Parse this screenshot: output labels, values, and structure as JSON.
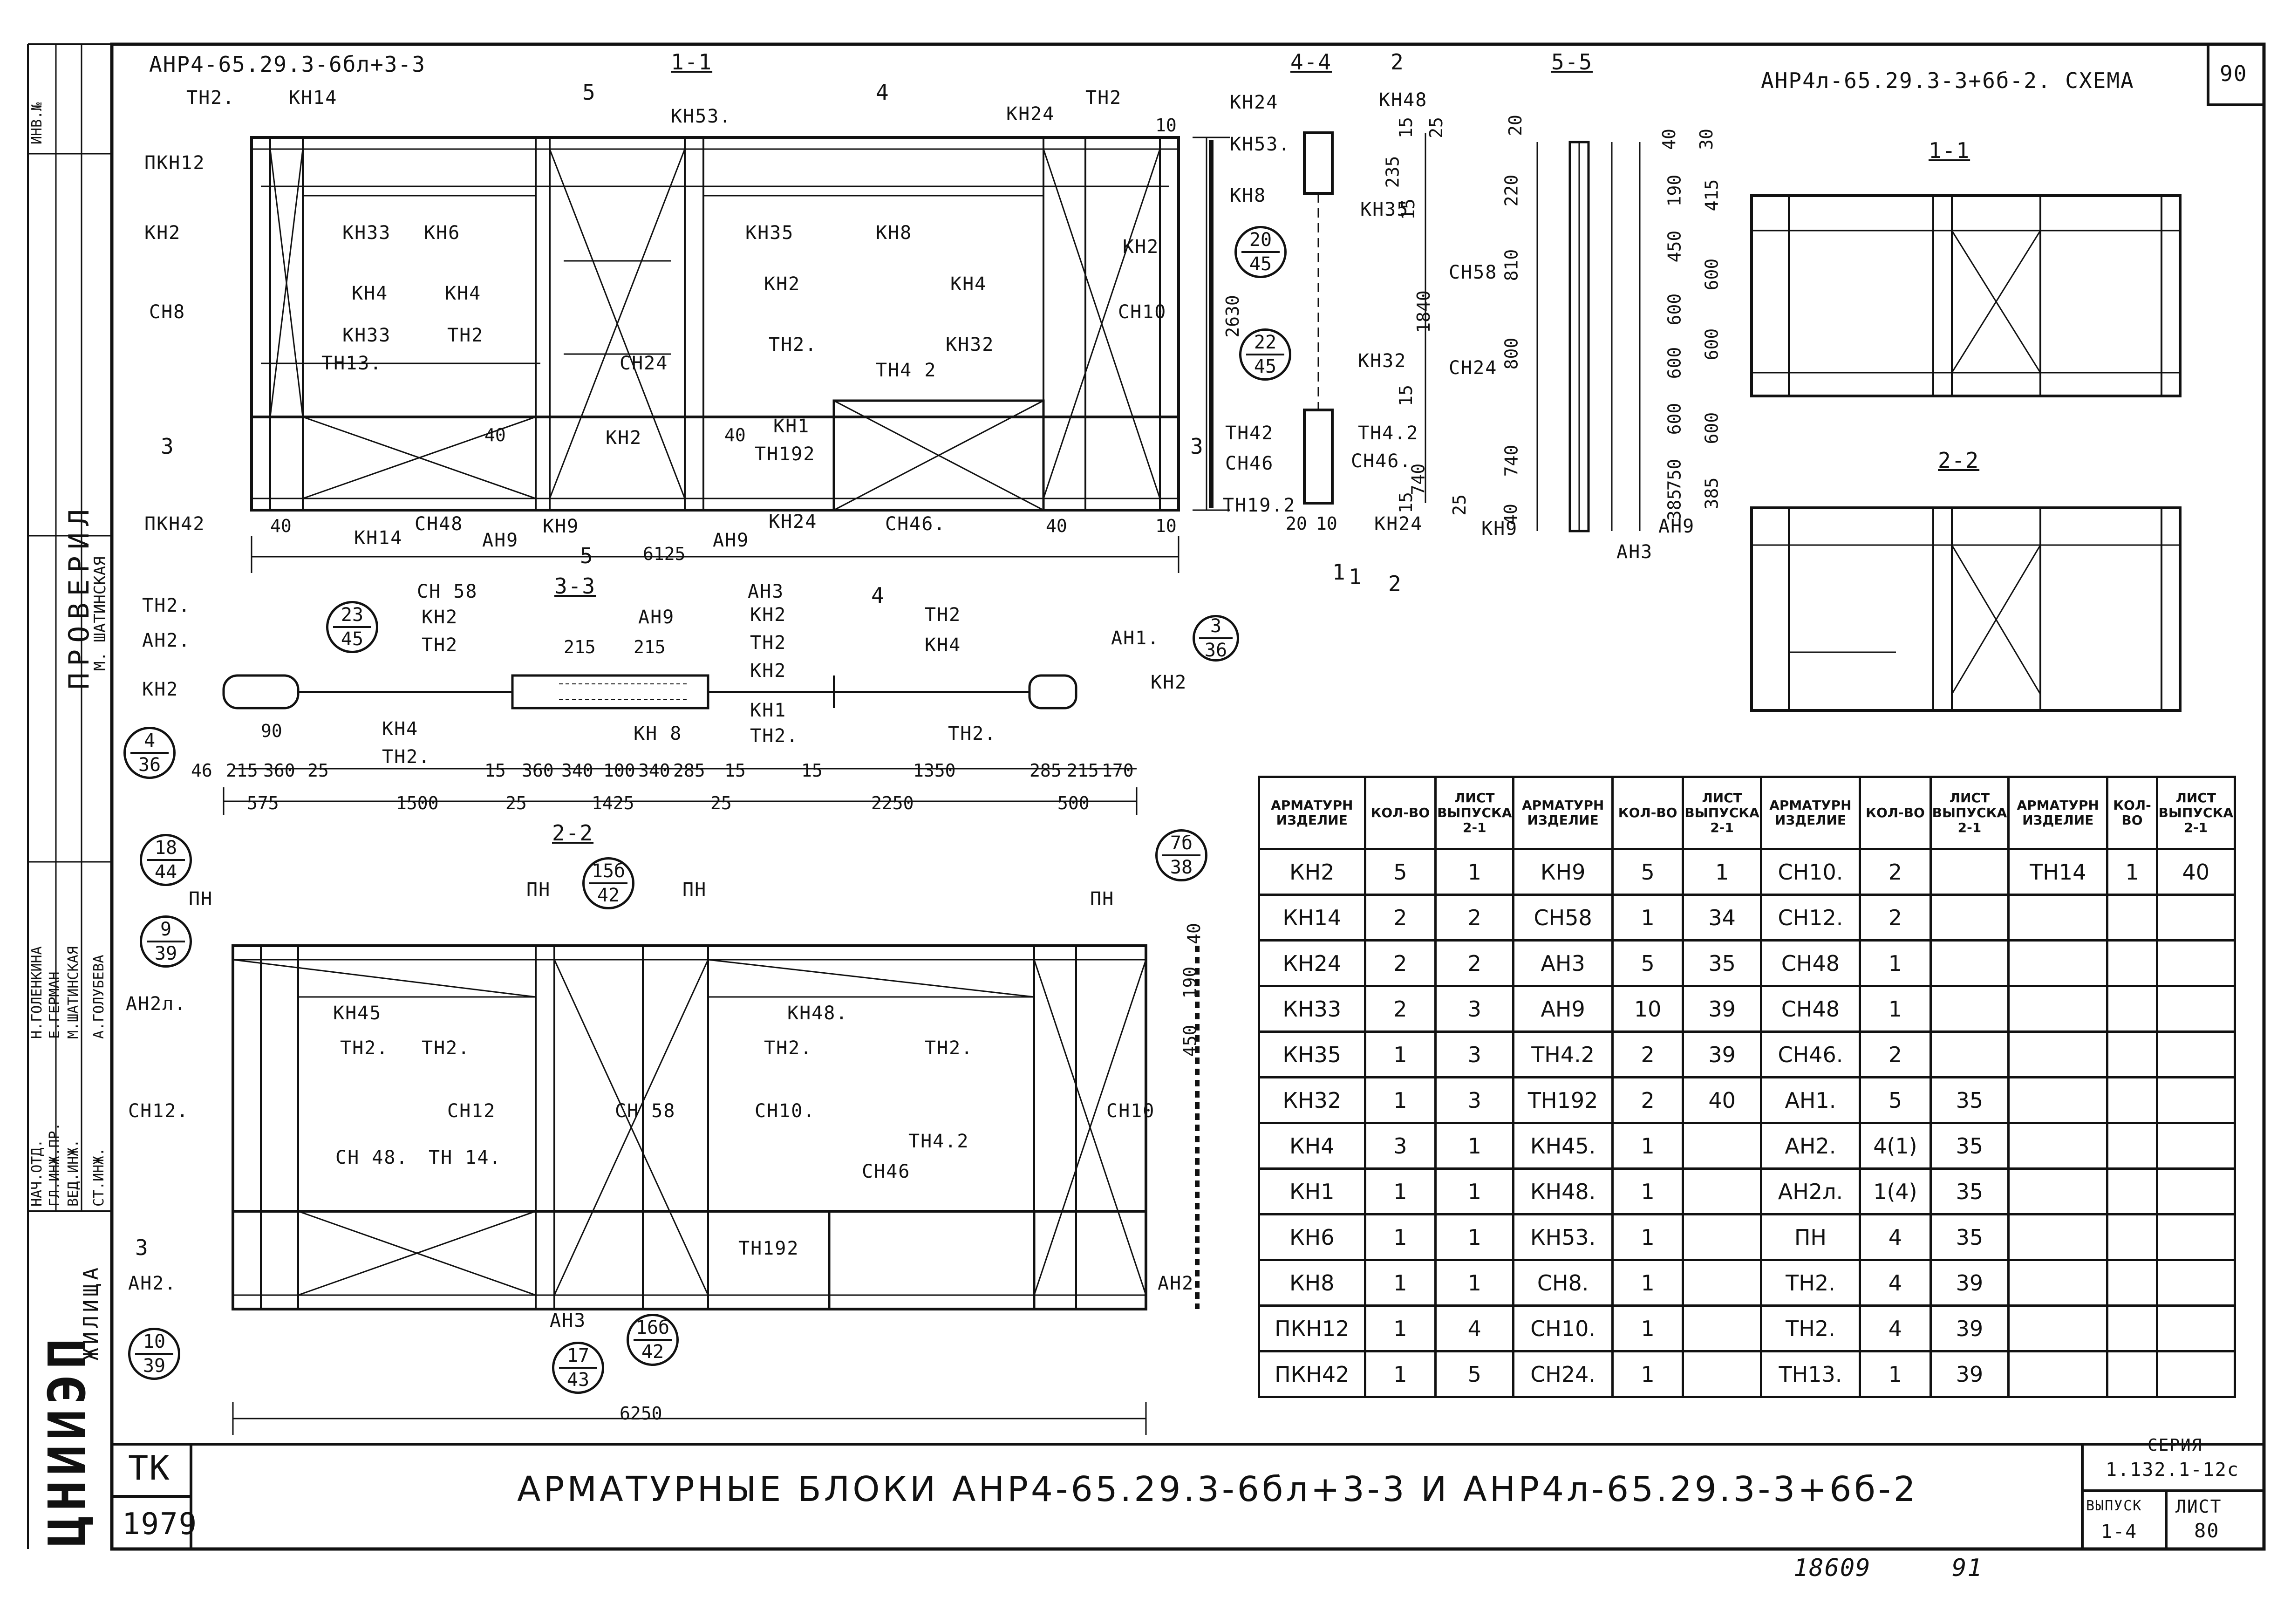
{
  "page_number": "90",
  "main_label": "АНР4-65.29.3-6бл+3-3",
  "scheme_label": "АНР4л-65.29.3-3+6б-2. СХЕМА",
  "sections": {
    "s11": "1-1",
    "s22": "2-2",
    "s33": "3-3",
    "s44": "4-4",
    "s55": "5-5",
    "schema_11": "1-1",
    "schema_22": "2-2",
    "marks": [
      "5",
      "4",
      "3",
      "2",
      "1",
      "5",
      "4",
      "3",
      "3",
      "2",
      "1"
    ]
  },
  "elevation_top_labels": [
    "ТН2.",
    "КН14",
    "КН53.",
    "КН24",
    "ТН2",
    "ПКН12",
    "КН2",
    "КН33",
    "КН6",
    "КН35",
    "КН8",
    "КН4",
    "КН4",
    "КН2",
    "КН4",
    "КН2",
    "СН8",
    "СН10",
    "КН33",
    "ТН13.",
    "ТН2",
    "СН24",
    "ТН2.",
    "ТН4 2",
    "КН32",
    "КН2",
    "КН1",
    "ТН192",
    "ПКН42",
    "КН14",
    "СН48",
    "АН9",
    "КН9",
    "АН9",
    "КН24",
    "СН46."
  ],
  "elevation_top_dims": [
    "40",
    "40",
    "40",
    "40",
    "10",
    "10",
    "2630",
    "6125"
  ],
  "section44_labels": [
    "КН24",
    "КН48",
    "КН53.",
    "КН8",
    "КН35",
    "КН32",
    "ТН42",
    "ТН4.2",
    "СН46",
    "СН46.",
    "ТН19.2",
    "КН24"
  ],
  "section44_dims": [
    "15",
    "25",
    "235",
    "15",
    "1840",
    "15",
    "740",
    "15",
    "25",
    "20",
    "10"
  ],
  "section55_labels": [
    "СН58",
    "СН24",
    "КН9",
    "АН9",
    "АН3"
  ],
  "section55_dims_left": [
    "20",
    "220",
    "810",
    "800",
    "740",
    "40"
  ],
  "section55_dims_right": [
    "40",
    "190",
    "450",
    "600",
    "600",
    "600",
    "750",
    "385",
    "30",
    "415",
    "600",
    "600",
    "600",
    "385"
  ],
  "section33_labels": [
    "ТН2.",
    "АН2.",
    "КН2",
    "СН 58",
    "КН2",
    "ТН2",
    "АН3",
    "АН9",
    "КН2",
    "ТН2",
    "КН2",
    "КН1",
    "ТН2.",
    "КН4",
    "ТН2.",
    "КН 8",
    "ТН2",
    "КН4",
    "АН1.",
    "КН2",
    "ТН2."
  ],
  "section33_dims": [
    "215",
    "215",
    "90",
    "46",
    "215",
    "360",
    "25",
    "15",
    "360",
    "340",
    "100",
    "340",
    "285",
    "15",
    "15",
    "1350",
    "285",
    "215",
    "170",
    "575",
    "1500",
    "25",
    "1425",
    "25",
    "2250",
    "500"
  ],
  "section22_labels": [
    "ПН",
    "ПН",
    "ПН",
    "ПН",
    "АН2л.",
    "КН45",
    "КН48.",
    "ТН2.",
    "ТН2.",
    "ТН2.",
    "ТН2.",
    "СН12.",
    "СН12",
    "СН 58",
    "СН10.",
    "СН10",
    "СН 48.",
    "ТН 14.",
    "ТН4.2",
    "СН46",
    "ТН192",
    "АН2.",
    "АН3",
    "АН2"
  ],
  "section22_dims": [
    "40",
    "190",
    "450",
    "6250"
  ],
  "callouts": [
    {
      "top": "23",
      "bottom": "45"
    },
    {
      "top": "20",
      "bottom": "45"
    },
    {
      "top": "22",
      "bottom": "45"
    },
    {
      "top": "3",
      "bottom": "36"
    },
    {
      "top": "4",
      "bottom": "36"
    },
    {
      "top": "18",
      "bottom": "44"
    },
    {
      "top": "9",
      "bottom": "39"
    },
    {
      "top": "15б",
      "bottom": "42"
    },
    {
      "top": "7б",
      "bottom": "38"
    },
    {
      "top": "10",
      "bottom": "39"
    },
    {
      "top": "17",
      "bottom": "43"
    },
    {
      "top": "16б",
      "bottom": "42"
    }
  ],
  "table": {
    "headers": [
      "АРМАТУРН ИЗДЕЛИЕ",
      "КОЛ-ВО",
      "ЛИСТ ВЫПУСКА 2-1",
      "АРМАТУРН ИЗДЕЛИЕ",
      "КОЛ-ВО",
      "ЛИСТ ВЫПУСКА 2-1",
      "АРМАТУРН ИЗДЕЛИЕ",
      "КОЛ-ВО",
      "ЛИСТ ВЫПУСКА 2-1",
      "АРМАТУРН ИЗДЕЛИЕ",
      "КОЛ-ВО",
      "ЛИСТ ВЫПУСКА 2-1"
    ],
    "rows": [
      [
        "КН2",
        "5",
        "1",
        "КН9",
        "5",
        "1",
        "СН10.",
        "2",
        "",
        "ТН14",
        "1",
        "40"
      ],
      [
        "КН14",
        "2",
        "2",
        "СН58",
        "1",
        "34",
        "СН12.",
        "2",
        "",
        "",
        "",
        ""
      ],
      [
        "КН24",
        "2",
        "2",
        "АН3",
        "5",
        "35",
        "СН48",
        "1",
        "",
        "",
        "",
        ""
      ],
      [
        "КН33",
        "2",
        "3",
        "АН9",
        "10",
        "39",
        "СН48",
        "1",
        "",
        "",
        "",
        ""
      ],
      [
        "КН35",
        "1",
        "3",
        "ТН4.2",
        "2",
        "39",
        "СН46.",
        "2",
        "",
        "",
        "",
        ""
      ],
      [
        "КН32",
        "1",
        "3",
        "ТН192",
        "2",
        "40",
        "АН1.",
        "5",
        "35",
        "",
        "",
        ""
      ],
      [
        "КН4",
        "3",
        "1",
        "КН45.",
        "1",
        "",
        "АН2.",
        "4(1)",
        "35",
        "",
        "",
        ""
      ],
      [
        "КН1",
        "1",
        "1",
        "КН48.",
        "1",
        "",
        "АН2л.",
        "1(4)",
        "35",
        "",
        "",
        ""
      ],
      [
        "КН6",
        "1",
        "1",
        "КН53.",
        "1",
        "",
        "ПН",
        "4",
        "35",
        "",
        "",
        ""
      ],
      [
        "КН8",
        "1",
        "1",
        "СН8.",
        "1",
        "",
        "ТН2.",
        "4",
        "39",
        "",
        "",
        ""
      ],
      [
        "ПКН12",
        "1",
        "4",
        "СН10.",
        "1",
        "",
        "ТН2.",
        "4",
        "39",
        "",
        "",
        ""
      ],
      [
        "ПКН42",
        "1",
        "5",
        "СН24.",
        "1",
        "",
        "ТН13.",
        "1",
        "39",
        "",
        "",
        ""
      ]
    ]
  },
  "title_block": {
    "tk": "ТК",
    "year": "1979",
    "title": "АРМАТУРНЫЕ БЛОКИ АНР4-65.29.3-6бл+3-3 И АНР4л-65.29.3-3+6б-2",
    "series_label": "СЕРИЯ",
    "series_value": "1.132.1-12с",
    "issue_label": "ВЫПУСК",
    "issue_value": "1-4",
    "sheet_label": "ЛИСТ",
    "sheet_value": "80",
    "bottom_numbers": [
      "18609",
      "91"
    ],
    "org": "ЦНИИЭП",
    "org_sub": "ЖИЛИЩА"
  },
  "left_stamp": {
    "checked": "ПРОВЕРИЛ",
    "name_right": "М. ШАТИНСКАЯ",
    "roles": [
      "НАЧ.ОТД.",
      "ГЛ.ИНЖ.ПР.",
      "ВЕД.ИНЖ.",
      "СТ.ИНЖ."
    ],
    "names": [
      "Н.ГОЛЕНКИНА",
      "Е.ГЕРМАН",
      "М.ШАТИНСКАЯ",
      "А.ГОЛУБЕВА"
    ],
    "inv": "ИНВ.№"
  }
}
